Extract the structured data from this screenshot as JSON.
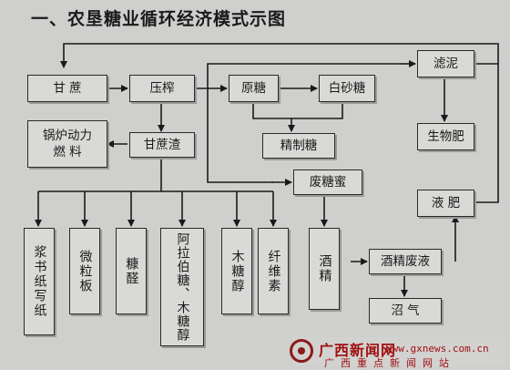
{
  "title": "一、农垦糖业循环经济模式示图",
  "nodes": {
    "ganzhe": "甘  蔗",
    "yazha": "压榨",
    "yuantang": "原糖",
    "baishatang": "白砂糖",
    "luni": "滤泥",
    "guolu": "锅炉动力\n燃  料",
    "ganzhezha": "甘蔗渣",
    "jingzhitang": "精制糖",
    "shengwufei": "生物肥",
    "feitangmi": "废糖蜜",
    "yefei": "液  肥",
    "jiangshuzhi": "浆书纸写纸",
    "weilibao": "微粒板",
    "kangquan": "糠醛",
    "alabotang": "阿拉伯糖、木糖醇",
    "mutangchun": "木糖醇",
    "xianweisu": "纤维素",
    "jiujing": "酒精",
    "jiujingfeiye": "酒精废液",
    "zhaoqi": "沼    气"
  },
  "watermark": {
    "name": "广西新闻网",
    "url": "www.gxnews.com.cn",
    "sub": "广西重点新闻网站"
  }
}
